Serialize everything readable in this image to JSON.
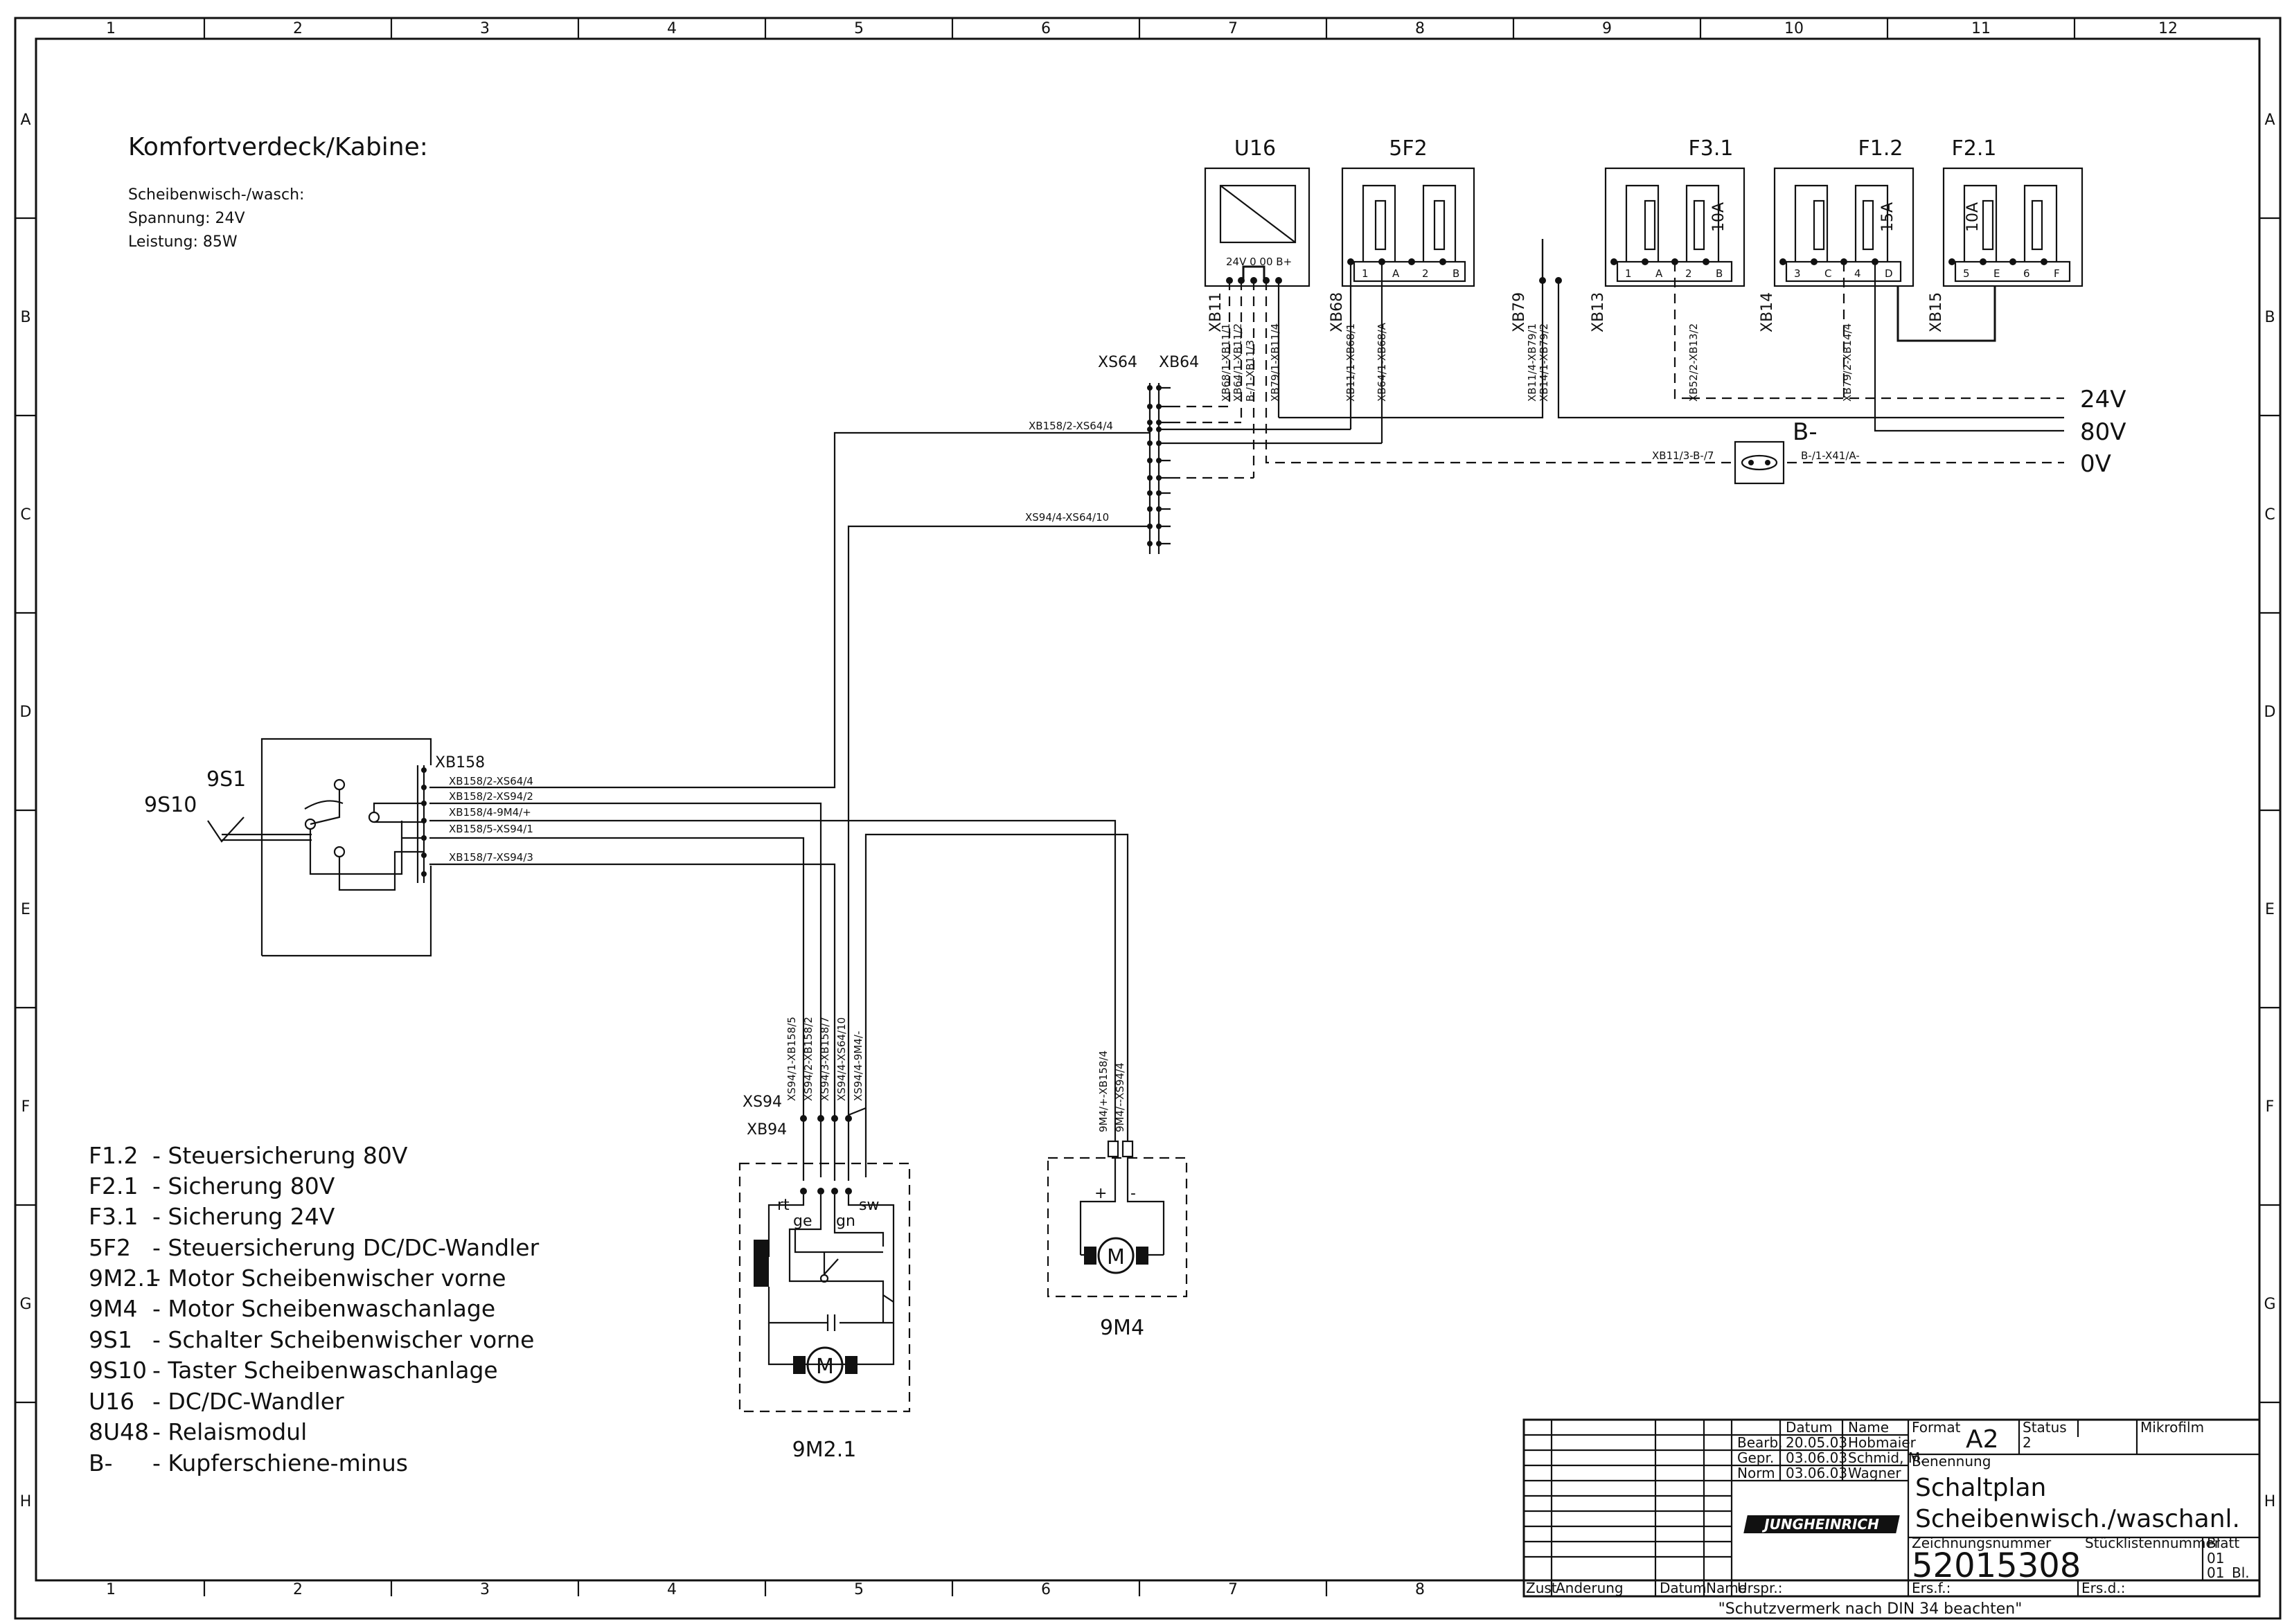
{
  "grid": {
    "columns": [
      "1",
      "2",
      "3",
      "4",
      "5",
      "6",
      "7",
      "8",
      "9",
      "10",
      "11",
      "12"
    ],
    "rows": [
      "A",
      "B",
      "C",
      "D",
      "E",
      "F",
      "G",
      "H"
    ]
  },
  "header": {
    "title": "Komfortverdeck/Kabine:",
    "line1": "Scheibenwisch-/wasch:",
    "line2": "Spannung: 24V",
    "line3": "Leistung: 85W"
  },
  "modules": {
    "u16": {
      "label": "U16",
      "terminals": "24V  0  00  B+"
    },
    "f5f2": {
      "label": "5F2",
      "t1": "1",
      "tA": "A",
      "t2": "2",
      "tB": "B"
    },
    "f31": {
      "label": "F3.1",
      "rating": "10A",
      "t1": "1",
      "tA": "A",
      "t2": "2",
      "tB": "B"
    },
    "f12": {
      "label": "F1.2",
      "rating": "15A",
      "t3": "3",
      "tC": "C",
      "t4": "4",
      "tD": "D"
    },
    "f21": {
      "label": "F2.1",
      "rating": "10A",
      "t5": "5",
      "tE": "E",
      "t6": "6",
      "tF": "F"
    }
  },
  "connectors": {
    "xb11": "XB11",
    "xb68": "XB68",
    "xb79": "XB79",
    "xb13": "XB13",
    "xb14": "XB14",
    "xb15": "XB15",
    "xs64": "XS64",
    "xb64": "XB64",
    "xb158": "XB158",
    "xs94": "XS94",
    "xb94": "XB94"
  },
  "wires": {
    "xb11_1": "XB68/1-XB11/1",
    "xb11_2": "XB64/1-XB11/2",
    "xb11_3": "B-/1-XB11/3",
    "xb11_4": "XB79/1-XB11/4",
    "xb68_1": "XB11/1-XB68/1",
    "xb68_2": "XB64/1-XB68/A",
    "xb79_1": "XB11/4-XB79/1",
    "xb79_2": "XB14/1-XB79/2",
    "xb13": "XB52/2-XB13/2",
    "xb14": "XB79/2-XB14/4",
    "xs64_top": "XB158/2-XS64/4",
    "xs64_bot": "XS94/4-XS64/10",
    "bminus_l": "XB11/3-B-/7",
    "bminus_r": "B-/1-X41/A-",
    "xb158_2": "XB158/2-XS64/4",
    "xb158_3": "XB158/2-XS94/2",
    "xb158_4": "XB158/4-9M4/+",
    "xb158_5": "XB158/5-XS94/1",
    "xb158_7": "XB158/7-XS94/3",
    "xs94_1": "XS94/1-XB158/5",
    "xs94_2": "XS94/2-XB158/2",
    "xs94_3": "XS94/3-XB158/7",
    "xs94_4": "XS94/4-XS64/10",
    "xs94_5": "XS94/4-9M4/-",
    "m4_1": "9M4/+-XB158/4",
    "m4_2": "9M4/--XS94/4"
  },
  "rails": {
    "v24": "24V",
    "v80": "80V",
    "v0": "0V",
    "bminus": "B-"
  },
  "switch": {
    "s1": "9S1",
    "s10": "9S10"
  },
  "motors": {
    "m21": {
      "label": "9M2.1",
      "rt": "rt",
      "ge": "ge",
      "gn": "gn",
      "sw": "sw",
      "sym": "M"
    },
    "m4": {
      "label": "9M4",
      "plus": "+",
      "minus": "-",
      "sym": "M"
    }
  },
  "legend": [
    {
      "code": "F1.2",
      "desc": "-  Steuersicherung 80V"
    },
    {
      "code": "F2.1",
      "desc": "-  Sicherung 80V"
    },
    {
      "code": "F3.1",
      "desc": "-  Sicherung 24V"
    },
    {
      "code": "5F2",
      "desc": "-  Steuersicherung DC/DC-Wandler"
    },
    {
      "code": "9M2.1",
      "desc": "- Motor Scheibenwischer vorne"
    },
    {
      "code": "9M4",
      "desc": "-  Motor Scheibenwaschanlage"
    },
    {
      "code": "9S1",
      "desc": "-  Schalter Scheibenwischer vorne"
    },
    {
      "code": "9S10",
      "desc": "-  Taster Scheibenwaschanlage"
    },
    {
      "code": "U16",
      "desc": "-  DC/DC-Wandler"
    },
    {
      "code": "8U48",
      "desc": "- Relaismodul"
    },
    {
      "code": "B-",
      "desc": "-  Kupferschiene-minus"
    }
  ],
  "titleblock": {
    "col_datum": "Datum",
    "col_name": "Name",
    "bearb": "Bearb.",
    "bearb_date": "20.05.03",
    "bearb_name": "Hobmaier",
    "gepr": "Gepr.",
    "gepr_date": "03.06.03",
    "gepr_name": "Schmid, M.",
    "norm": "Norm",
    "norm_date": "03.06.03",
    "norm_name": "Wagner",
    "format_label": "Format",
    "format": "A2",
    "status_label": "Status",
    "status": "2",
    "mikrofilm": "Mikrofilm",
    "benennung_label": "Benennung",
    "benennung1": "Schaltplan",
    "benennung2": "Scheibenwisch./waschanl.",
    "logo": "JUNGHEINRICH",
    "zeichnungsnummer_label": "Zeichnungsnummer",
    "zeichnungsnummer": "52015308",
    "stueckliste_label": "Stücklistennummer",
    "blatt_label": "Blatt",
    "blatt1": "01",
    "blatt2": "01",
    "bl": "Bl.",
    "zust": "Zust",
    "aenderung": "Änderung",
    "datum2": "Datum",
    "name2": "Name",
    "urspr": "Urspr.:",
    "ersf": "Ers.f.:",
    "ersd": "Ers.d.:",
    "footer": "\"Schutzvermerk nach DIN 34 beachten\""
  }
}
